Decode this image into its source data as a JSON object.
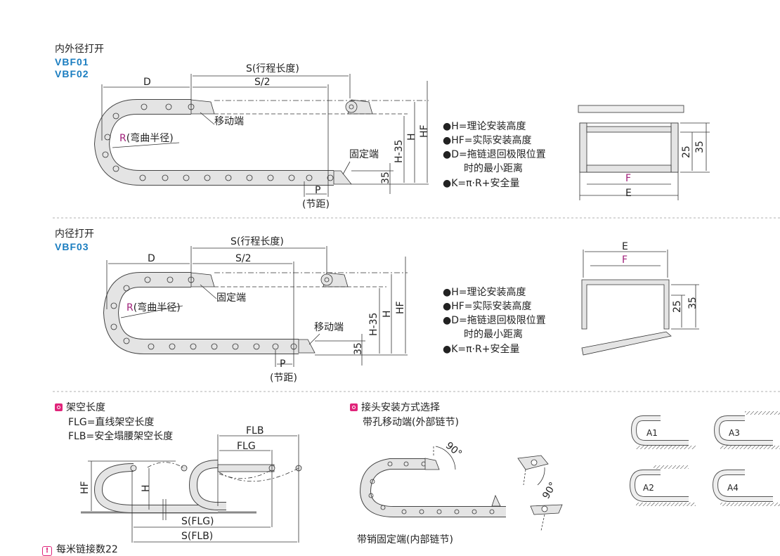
{
  "section1": {
    "title": "内外径打开",
    "models": [
      "VBF01",
      "VBF02"
    ],
    "labels": {
      "D": "D",
      "S": "S(行程长度)",
      "S2": "S/2",
      "moving": "移动端",
      "R": "R",
      "R_desc": "(弯曲半径)",
      "fixed": "固定端",
      "H35": "H-35",
      "H": "H",
      "HF": "HF",
      "d35": "35",
      "P": "P",
      "pitch": "(节距)"
    },
    "notes": [
      "●H=理论安装高度",
      "●HF=实际安装高度",
      "●D=拖链退回极限位置",
      "时的最小距离",
      "●K=π·R+安全量"
    ],
    "section_view": {
      "F": "F",
      "E": "E",
      "d25": "25",
      "d35": "35"
    }
  },
  "section2": {
    "title": "内径打开",
    "models": [
      "VBF03"
    ],
    "labels": {
      "D": "D",
      "S": "S(行程长度)",
      "S2": "S/2",
      "fixed": "固定端",
      "R": "R",
      "R_desc": "(弯曲半径)",
      "moving": "移动端",
      "H35": "H-35",
      "H": "H",
      "HF": "HF",
      "d35": "35",
      "P": "P",
      "pitch": "(节距)"
    },
    "notes": [
      "●H=理论安装高度",
      "●HF=实际安装高度",
      "●D=拖链退回极限位置",
      "时的最小距离",
      "●K=π·R+安全量"
    ],
    "section_view": {
      "E": "E",
      "F": "F",
      "d25": "25",
      "d35": "35"
    }
  },
  "section3": {
    "title": "架空长度",
    "flg_def": "FLG=直线架空长度",
    "flb_def": "FLB=安全塌腰架空长度",
    "labels": {
      "FLB": "FLB",
      "FLG": "FLG",
      "HF": "HF",
      "H": "H",
      "SFLG": "S(FLG)",
      "SFLB": "S(FLB)"
    },
    "links_note": "每米链接数22",
    "warn_icon": "!"
  },
  "section4": {
    "title": "接头安装方式选择",
    "moving_end": "带孔移动端(外部链节)",
    "fixed_end": "带销固定端(内部链节)",
    "angle1": "90°",
    "angle2": "90°",
    "options": [
      "A1",
      "A3",
      "A2",
      "A4"
    ]
  },
  "colors": {
    "blue": "#1a7dc0",
    "magenta": "#e0247a",
    "chain": "#e4e4e4"
  }
}
